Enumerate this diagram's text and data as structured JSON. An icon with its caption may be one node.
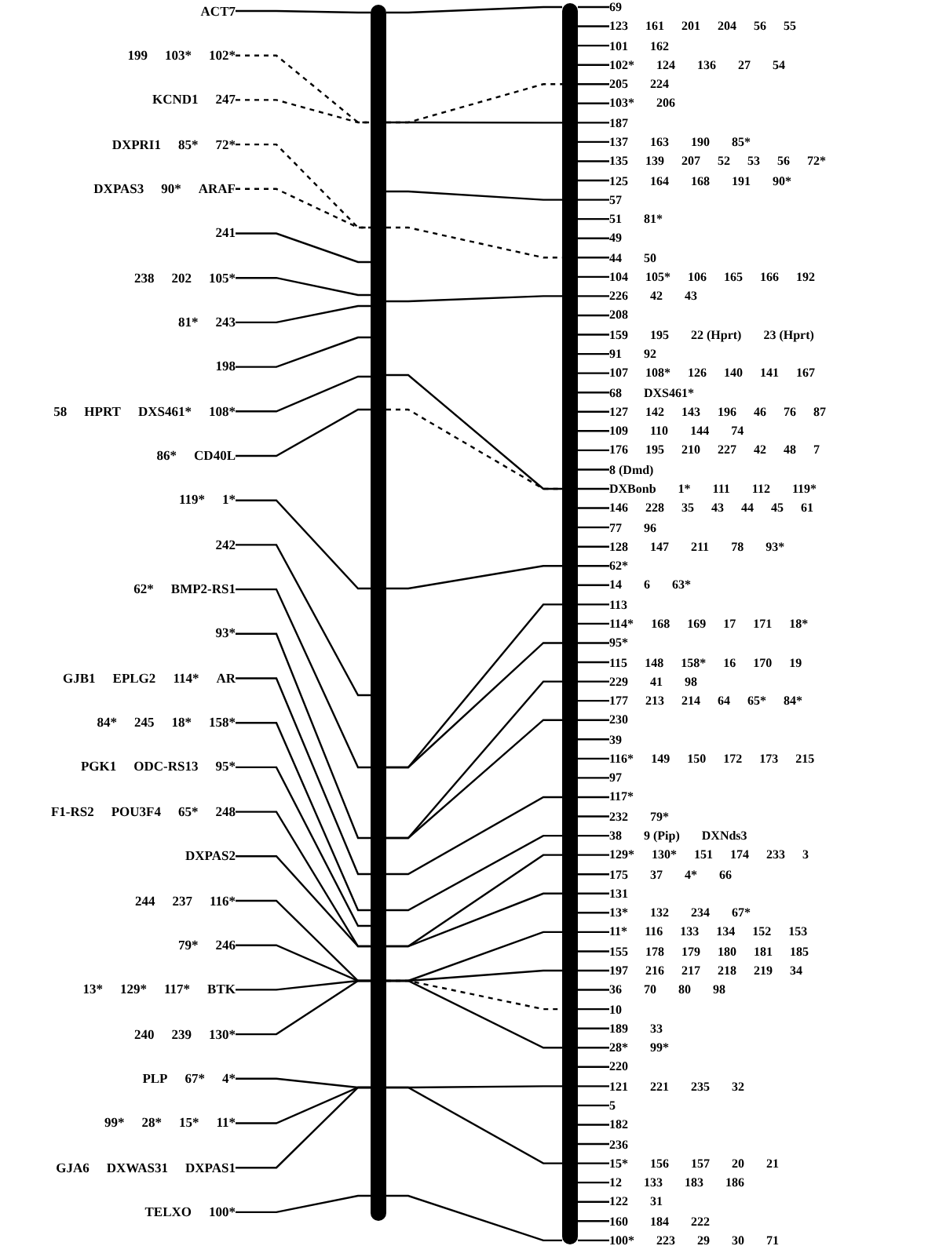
{
  "diagram": {
    "nodes": [
      {
        "text": [
          "ACT7"
        ]
      },
      {
        "text": [
          "199",
          "103*",
          "102*"
        ]
      },
      {
        "text": [
          "KCND1",
          "247"
        ]
      },
      {
        "text": [
          "DXPRI1",
          "85*",
          "72*"
        ]
      },
      {
        "text": [
          "DXPAS3",
          "90*",
          "ARAF"
        ]
      },
      {
        "text": [
          "241"
        ]
      },
      {
        "text": [
          "238",
          "202",
          "105*"
        ]
      },
      {
        "text": [
          "81*",
          "243"
        ]
      },
      {
        "text": [
          "198"
        ]
      },
      {
        "text": [
          "58",
          "HPRT",
          "DXS461*",
          "108*"
        ]
      },
      {
        "text": [
          "86*",
          "CD40L"
        ]
      },
      {
        "text": [
          "119*",
          "1*"
        ]
      },
      {
        "text": [
          "242"
        ]
      },
      {
        "text": [
          "62*",
          "BMP2-RS1"
        ]
      },
      {
        "text": [
          "93*"
        ]
      },
      {
        "text": [
          "GJB1",
          "EPLG2",
          "114*",
          "AR"
        ]
      },
      {
        "text": [
          "84*",
          "245",
          "18*",
          "158*"
        ]
      },
      {
        "text": [
          "PGK1",
          "ODC-RS13",
          "95*"
        ]
      },
      {
        "text": [
          "F1-RS2",
          "POU3F4",
          "65*",
          "248"
        ]
      },
      {
        "text": [
          "DXPAS2"
        ]
      },
      {
        "text": [
          "244",
          "237",
          "116*"
        ]
      },
      {
        "text": [
          "79*",
          "246"
        ]
      },
      {
        "text": [
          "13*",
          "129*",
          "117*",
          "BTK"
        ]
      },
      {
        "text": [
          "240",
          "239",
          "130*"
        ]
      },
      {
        "text": [
          "PLP",
          "67*",
          "4*"
        ]
      },
      {
        "text": [
          "99*",
          "28*",
          "15*",
          "11*"
        ]
      },
      {
        "text": [
          "GJA6",
          "DXWAS31",
          "DXPAS1"
        ]
      },
      {
        "text": [
          "TELXO",
          "100*"
        ]
      },
      {
        "text": [],
        "shape": "bar"
      },
      {
        "text": [],
        "shape": "bar"
      },
      {
        "text": [
          "69"
        ]
      },
      {
        "text": [
          "123",
          "161",
          "201",
          "204",
          "56",
          "55"
        ]
      },
      {
        "text": [
          "101",
          "162"
        ]
      },
      {
        "text": [
          "102*",
          "124",
          "136",
          "27",
          "54"
        ]
      },
      {
        "text": [
          "205",
          "224"
        ]
      },
      {
        "text": [
          "103*",
          "206"
        ]
      },
      {
        "text": [
          "187"
        ]
      },
      {
        "text": [
          "137",
          "163",
          "190",
          "85*"
        ]
      },
      {
        "text": [
          "135",
          "139",
          "207",
          "52",
          "53",
          "56",
          "72*"
        ]
      },
      {
        "text": [
          "125",
          "164",
          "168",
          "191",
          "90*"
        ]
      },
      {
        "text": [
          "57"
        ]
      },
      {
        "text": [
          "51",
          "81*"
        ]
      },
      {
        "text": [
          "49"
        ]
      },
      {
        "text": [
          "44",
          "50"
        ]
      },
      {
        "text": [
          "104",
          "105*",
          "106",
          "165",
          "166",
          "192"
        ]
      },
      {
        "text": [
          "226",
          "42",
          "43"
        ]
      },
      {
        "text": [
          "208"
        ]
      },
      {
        "text": [
          "159",
          "195",
          "22 (Hprt)",
          "23 (Hprt)"
        ]
      },
      {
        "text": [
          "91",
          "92"
        ]
      },
      {
        "text": [
          "107",
          "108*",
          "126",
          "140",
          "141",
          "167"
        ]
      },
      {
        "text": [
          "68",
          "DXS461*"
        ]
      },
      {
        "text": [
          "127",
          "142",
          "143",
          "196",
          "46",
          "76",
          "87"
        ]
      },
      {
        "text": [
          "109",
          "110",
          "144",
          "74"
        ]
      },
      {
        "text": [
          "176",
          "195",
          "210",
          "227",
          "42",
          "48",
          "7"
        ]
      },
      {
        "text": [
          "8 (Dmd)"
        ]
      },
      {
        "text": [
          "DXBonb",
          "1*",
          "111",
          "112",
          "119*"
        ]
      },
      {
        "text": [
          "146",
          "228",
          "35",
          "43",
          "44",
          "45",
          "61"
        ]
      },
      {
        "text": [
          "77",
          "96"
        ]
      },
      {
        "text": [
          "128",
          "147",
          "211",
          "78",
          "93*"
        ]
      },
      {
        "text": [
          "62*"
        ]
      },
      {
        "text": [
          "14",
          "6",
          "63*"
        ]
      },
      {
        "text": [
          "113"
        ]
      },
      {
        "text": [
          "114*",
          "168",
          "169",
          "17",
          "171",
          "18*"
        ]
      },
      {
        "text": [
          "95*"
        ]
      },
      {
        "text": [
          "115",
          "148",
          "158*",
          "16",
          "170",
          "19"
        ]
      },
      {
        "text": [
          "229",
          "41",
          "98"
        ]
      },
      {
        "text": [
          "177",
          "213",
          "214",
          "64",
          "65*",
          "84*"
        ]
      },
      {
        "text": [
          "230"
        ]
      },
      {
        "text": [
          "39"
        ]
      },
      {
        "text": [
          "116*",
          "149",
          "150",
          "172",
          "173",
          "215"
        ]
      },
      {
        "text": [
          "97"
        ]
      },
      {
        "text": [
          "117*"
        ]
      },
      {
        "text": [
          "232",
          "79*"
        ]
      },
      {
        "text": [
          "38",
          "9 (Pip)",
          "DXNds3"
        ]
      },
      {
        "text": [
          "129*",
          "130*",
          "151",
          "174",
          "233",
          "3"
        ]
      },
      {
        "text": [
          "175",
          "37",
          "4*",
          "66"
        ]
      },
      {
        "text": [
          "131"
        ]
      },
      {
        "text": [
          "13*",
          "132",
          "234",
          "67*"
        ]
      },
      {
        "text": [
          "11*",
          "116",
          "133",
          "134",
          "152",
          "153"
        ]
      },
      {
        "text": [
          "155",
          "178",
          "179",
          "180",
          "181",
          "185"
        ]
      },
      {
        "text": [
          "197",
          "216",
          "217",
          "218",
          "219",
          "34"
        ]
      },
      {
        "text": [
          "36",
          "70",
          "80",
          "98"
        ]
      },
      {
        "text": [
          "10"
        ]
      },
      {
        "text": [
          "189",
          "33"
        ]
      },
      {
        "text": [
          "28*",
          "99*"
        ]
      },
      {
        "text": [
          "220"
        ]
      },
      {
        "text": [
          "121",
          "221",
          "235",
          "32"
        ]
      },
      {
        "text": [
          "5"
        ]
      },
      {
        "text": [
          "182"
        ]
      },
      {
        "text": [
          "236"
        ]
      },
      {
        "text": [
          "15*",
          "156",
          "157",
          "20",
          "21"
        ]
      },
      {
        "text": [
          "12",
          "133",
          "183",
          "186"
        ]
      },
      {
        "text": [
          "122",
          "31"
        ]
      },
      {
        "text": [
          "160",
          "184",
          "222"
        ]
      },
      {
        "text": [
          "100*",
          "223",
          "29",
          "30",
          "71"
        ]
      }
    ],
    "edges": [
      {
        "from": 0,
        "to": 28,
        "arrow": "none"
      },
      {
        "from": 1,
        "to": 28,
        "arrow": "none",
        "style": "dashed"
      },
      {
        "from": 2,
        "to": 28,
        "arrow": "none",
        "style": "dashed"
      },
      {
        "from": 3,
        "to": 28,
        "arrow": "none",
        "style": "dashed"
      },
      {
        "from": 4,
        "to": 28,
        "arrow": "none",
        "style": "dashed"
      },
      {
        "from": 5,
        "to": 28,
        "arrow": "none"
      },
      {
        "from": 6,
        "to": 28,
        "arrow": "none"
      },
      {
        "from": 7,
        "to": 28,
        "arrow": "none"
      },
      {
        "from": 8,
        "to": 28,
        "arrow": "none"
      },
      {
        "from": 9,
        "to": 28,
        "arrow": "none"
      },
      {
        "from": 10,
        "to": 28,
        "arrow": "none"
      },
      {
        "from": 11,
        "to": 28,
        "arrow": "none"
      },
      {
        "from": 12,
        "to": 28,
        "arrow": "none"
      },
      {
        "from": 13,
        "to": 28,
        "arrow": "none"
      },
      {
        "from": 14,
        "to": 28,
        "arrow": "none"
      },
      {
        "from": 15,
        "to": 28,
        "arrow": "none"
      },
      {
        "from": 16,
        "to": 28,
        "arrow": "none"
      },
      {
        "from": 17,
        "to": 28,
        "arrow": "none"
      },
      {
        "from": 18,
        "to": 28,
        "arrow": "none"
      },
      {
        "from": 19,
        "to": 28,
        "arrow": "none"
      },
      {
        "from": 20,
        "to": 28,
        "arrow": "none"
      },
      {
        "from": 21,
        "to": 28,
        "arrow": "none"
      },
      {
        "from": 22,
        "to": 28,
        "arrow": "none"
      },
      {
        "from": 23,
        "to": 28,
        "arrow": "none"
      },
      {
        "from": 24,
        "to": 28,
        "arrow": "none"
      },
      {
        "from": 25,
        "to": 28,
        "arrow": "none"
      },
      {
        "from": 26,
        "to": 28,
        "arrow": "none"
      },
      {
        "from": 27,
        "to": 28,
        "arrow": "none"
      },
      {
        "from": 28,
        "to": 29,
        "arrow": "none"
      },
      {
        "from": 28,
        "to": 29,
        "arrow": "none",
        "style": "dashed"
      },
      {
        "from": 28,
        "to": 29,
        "arrow": "none"
      },
      {
        "from": 28,
        "to": 29,
        "arrow": "none"
      },
      {
        "from": 28,
        "to": 29,
        "arrow": "none",
        "style": "dashed"
      },
      {
        "from": 28,
        "to": 29,
        "arrow": "none"
      },
      {
        "from": 28,
        "to": 29,
        "arrow": "none"
      },
      {
        "from": 28,
        "to": 29,
        "arrow": "none",
        "style": "dashed"
      },
      {
        "from": 28,
        "to": 29,
        "arrow": "none"
      },
      {
        "from": 28,
        "to": 29,
        "arrow": "none"
      },
      {
        "from": 28,
        "to": 29,
        "arrow": "none"
      },
      {
        "from": 28,
        "to": 29,
        "arrow": "none"
      },
      {
        "from": 28,
        "to": 29,
        "arrow": "none"
      },
      {
        "from": 28,
        "to": 29,
        "arrow": "none"
      },
      {
        "from": 28,
        "to": 29,
        "arrow": "none"
      },
      {
        "from": 28,
        "to": 29,
        "arrow": "none"
      },
      {
        "from": 28,
        "to": 29,
        "arrow": "none"
      },
      {
        "from": 28,
        "to": 29,
        "arrow": "none"
      },
      {
        "from": 28,
        "to": 29,
        "arrow": "none"
      },
      {
        "from": 28,
        "to": 29,
        "arrow": "none",
        "style": "dashed"
      },
      {
        "from": 28,
        "to": 29,
        "arrow": "none"
      },
      {
        "from": 28,
        "to": 29,
        "arrow": "none"
      },
      {
        "from": 28,
        "to": 29,
        "arrow": "none"
      },
      {
        "from": 28,
        "to": 29,
        "arrow": "none"
      },
      {
        "from": 29,
        "to": 30,
        "arrow": "none"
      },
      {
        "from": 29,
        "to": 31,
        "arrow": "none"
      },
      {
        "from": 29,
        "to": 32,
        "arrow": "none"
      },
      {
        "from": 29,
        "to": 33,
        "arrow": "none"
      },
      {
        "from": 29,
        "to": 34,
        "arrow": "none"
      },
      {
        "from": 29,
        "to": 35,
        "arrow": "none"
      },
      {
        "from": 29,
        "to": 36,
        "arrow": "none"
      },
      {
        "from": 29,
        "to": 37,
        "arrow": "none"
      },
      {
        "from": 29,
        "to": 38,
        "arrow": "none"
      },
      {
        "from": 29,
        "to": 39,
        "arrow": "none"
      },
      {
        "from": 29,
        "to": 40,
        "arrow": "none"
      },
      {
        "from": 29,
        "to": 41,
        "arrow": "none"
      },
      {
        "from": 29,
        "to": 42,
        "arrow": "none"
      },
      {
        "from": 29,
        "to": 43,
        "arrow": "none"
      },
      {
        "from": 29,
        "to": 44,
        "arrow": "none"
      },
      {
        "from": 29,
        "to": 45,
        "arrow": "none"
      },
      {
        "from": 29,
        "to": 46,
        "arrow": "none"
      },
      {
        "from": 29,
        "to": 47,
        "arrow": "none"
      },
      {
        "from": 29,
        "to": 48,
        "arrow": "none"
      },
      {
        "from": 29,
        "to": 49,
        "arrow": "none"
      },
      {
        "from": 29,
        "to": 50,
        "arrow": "none"
      },
      {
        "from": 29,
        "to": 51,
        "arrow": "none"
      },
      {
        "from": 29,
        "to": 52,
        "arrow": "none"
      },
      {
        "from": 29,
        "to": 53,
        "arrow": "none"
      },
      {
        "from": 29,
        "to": 54,
        "arrow": "none"
      },
      {
        "from": 29,
        "to": 55,
        "arrow": "none"
      },
      {
        "from": 29,
        "to": 56,
        "arrow": "none"
      },
      {
        "from": 29,
        "to": 57,
        "arrow": "none"
      },
      {
        "from": 29,
        "to": 58,
        "arrow": "none"
      },
      {
        "from": 29,
        "to": 59,
        "arrow": "none"
      },
      {
        "from": 29,
        "to": 60,
        "arrow": "none"
      },
      {
        "from": 29,
        "to": 61,
        "arrow": "none"
      },
      {
        "from": 29,
        "to": 62,
        "arrow": "none"
      },
      {
        "from": 29,
        "to": 63,
        "arrow": "none"
      },
      {
        "from": 29,
        "to": 64,
        "arrow": "none"
      },
      {
        "from": 29,
        "to": 65,
        "arrow": "none"
      },
      {
        "from": 29,
        "to": 66,
        "arrow": "none"
      },
      {
        "from": 29,
        "to": 67,
        "arrow": "none"
      },
      {
        "from": 29,
        "to": 68,
        "arrow": "none"
      },
      {
        "from": 29,
        "to": 69,
        "arrow": "none"
      },
      {
        "from": 29,
        "to": 70,
        "arrow": "none"
      },
      {
        "from": 29,
        "to": 71,
        "arrow": "none"
      },
      {
        "from": 29,
        "to": 72,
        "arrow": "none"
      },
      {
        "from": 29,
        "to": 73,
        "arrow": "none"
      },
      {
        "from": 29,
        "to": 74,
        "arrow": "none"
      },
      {
        "from": 29,
        "to": 75,
        "arrow": "none"
      },
      {
        "from": 29,
        "to": 76,
        "arrow": "none"
      },
      {
        "from": 29,
        "to": 77,
        "arrow": "none"
      },
      {
        "from": 29,
        "to": 78,
        "arrow": "none"
      },
      {
        "from": 29,
        "to": 79,
        "arrow": "none"
      },
      {
        "from": 29,
        "to": 80,
        "arrow": "none"
      },
      {
        "from": 29,
        "to": 81,
        "arrow": "none"
      },
      {
        "from": 29,
        "to": 82,
        "arrow": "none"
      },
      {
        "from": 29,
        "to": 83,
        "arrow": "none"
      },
      {
        "from": 29,
        "to": 84,
        "arrow": "none"
      },
      {
        "from": 29,
        "to": 85,
        "arrow": "none"
      },
      {
        "from": 29,
        "to": 86,
        "arrow": "none"
      },
      {
        "from": 29,
        "to": 87,
        "arrow": "none"
      },
      {
        "from": 29,
        "to": 88,
        "arrow": "none"
      },
      {
        "from": 29,
        "to": 89,
        "arrow": "none"
      },
      {
        "from": 29,
        "to": 90,
        "arrow": "none"
      },
      {
        "from": 29,
        "to": 91,
        "arrow": "none"
      },
      {
        "from": 29,
        "to": 92,
        "arrow": "none"
      },
      {
        "from": 29,
        "to": 93,
        "arrow": "none"
      },
      {
        "from": 29,
        "to": 94,
        "arrow": "none"
      }
    ]
  }
}
